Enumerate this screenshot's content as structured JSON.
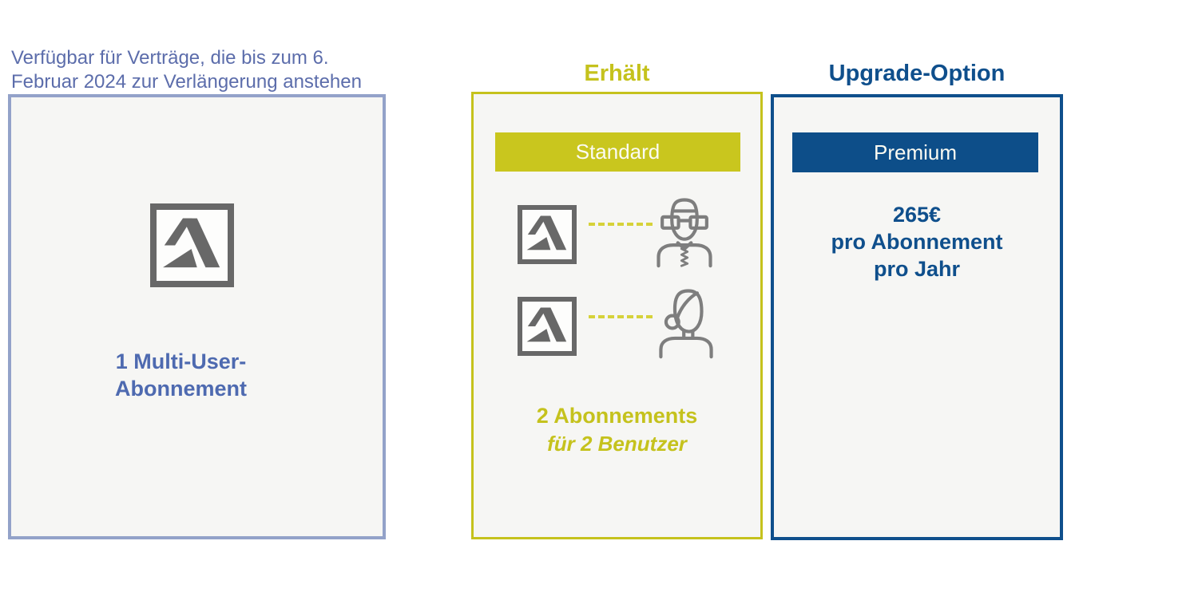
{
  "colors": {
    "page-bg": "#ffffff",
    "panel-bg": "#f6f6f4",
    "slate-text": "#5c6dab",
    "slate-border": "#93a2c9",
    "blue-label": "#4e6ab0",
    "yellow": "#c5c21d",
    "yellow-button": "#c9c61e",
    "yellow-dash": "#d6d23a",
    "dark-blue": "#0f4f8c",
    "blue-button": "#0d4e89",
    "logo-gray": "#686868",
    "user-gray": "#7e7e7e",
    "button-text": "#fbfbf2"
  },
  "left_panel": {
    "heading_line1": "Verfügbar für Verträge, die bis zum 6.",
    "heading_line2": "Februar 2024 zur Verlängerung anstehen",
    "label_line1": "1 Multi-User-",
    "label_line2": "Abonnement",
    "icon": "autodesk-logo"
  },
  "middle_panel": {
    "heading": "Erhält",
    "badge": "Standard",
    "rows": [
      {
        "left_icon": "autodesk-logo",
        "right_icon": "male-user"
      },
      {
        "left_icon": "autodesk-logo",
        "right_icon": "female-user"
      }
    ],
    "caption_line1": "2 Abonnements",
    "caption_line2": "für 2 Benutzer"
  },
  "right_panel": {
    "heading": "Upgrade-Option",
    "badge": "Premium",
    "price_line1": "265€",
    "price_line2": "pro Abonnement",
    "price_line3": "pro Jahr"
  }
}
